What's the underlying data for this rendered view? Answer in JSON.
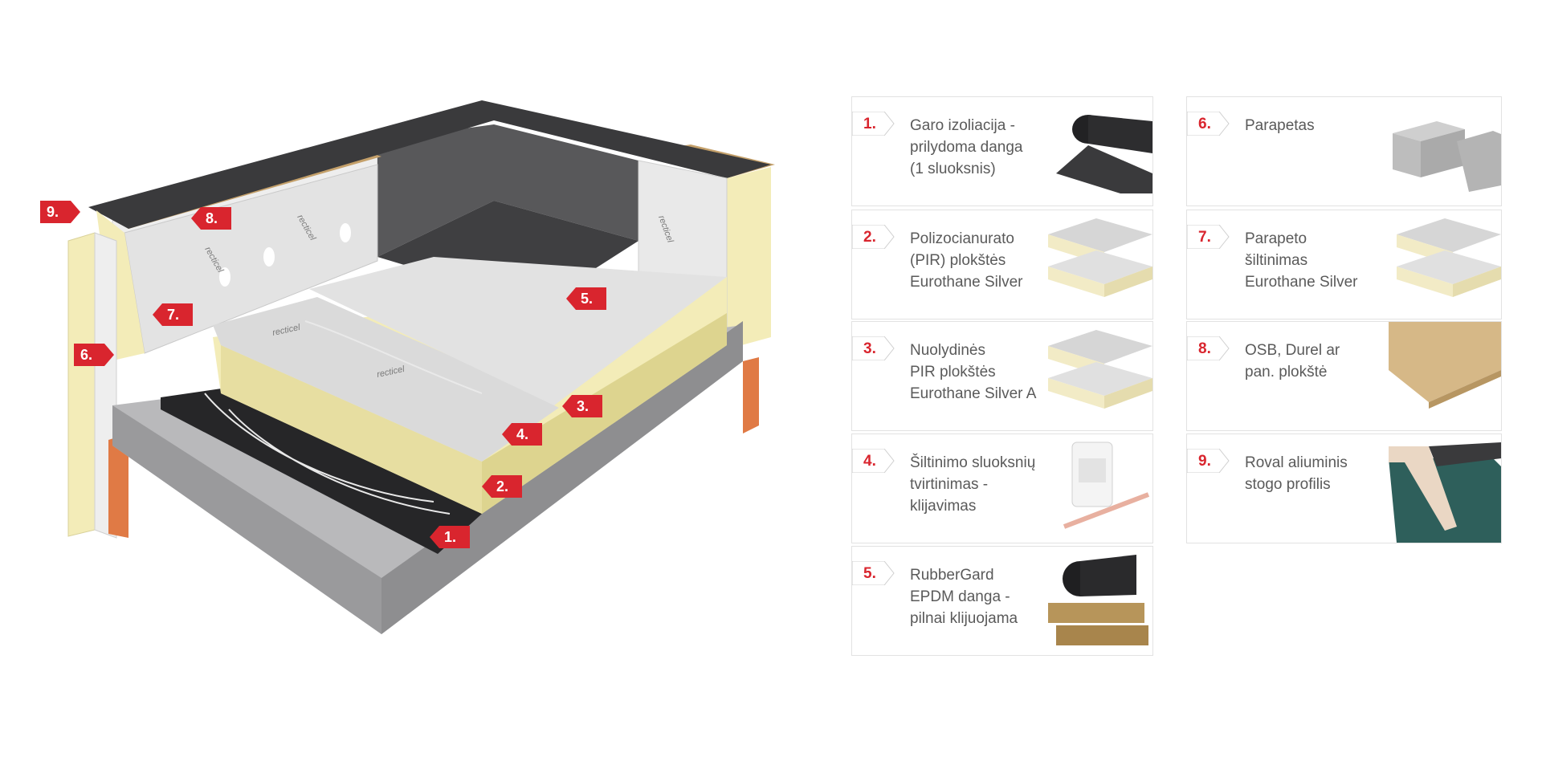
{
  "diagram": {
    "markers": [
      {
        "num": "1."
      },
      {
        "num": "2."
      },
      {
        "num": "3."
      },
      {
        "num": "4."
      },
      {
        "num": "5."
      },
      {
        "num": "6."
      },
      {
        "num": "7."
      },
      {
        "num": "8."
      },
      {
        "num": "9."
      }
    ],
    "brand_marks": [
      "recticel",
      "recticel",
      "recticel",
      "recticel",
      "recticel"
    ]
  },
  "legend": {
    "left": [
      {
        "num": "1.",
        "text": "Garo izoliacija -\nprilydoma danga\n(1 sluoksnis)",
        "image": "rolled-membrane"
      },
      {
        "num": "2.",
        "text": "Polizocianurato\n(PIR) plokštės\nEurothane Silver",
        "image": "pir-boards"
      },
      {
        "num": "3.",
        "text": "Nuolydinės\nPIR plokštės\nEurothane Silver A",
        "image": "pir-boards"
      },
      {
        "num": "4.",
        "text": "Šiltinimo sluoksnių\ntvirtinimas -\nklijavimas",
        "image": "glue-bottle"
      },
      {
        "num": "5.",
        "text": "RubberGard\nEPDM danga -\npilnai klijuojama",
        "image": "epdm-rolls"
      }
    ],
    "right": [
      {
        "num": "6.",
        "text": "Parapetas",
        "image": "concrete-blocks"
      },
      {
        "num": "7.",
        "text": "Parapeto\nšiltinimas\nEurothane Silver",
        "image": "pir-boards"
      },
      {
        "num": "8.",
        "text": "OSB, Durel ar\npan. plokštė",
        "image": "osb-board"
      },
      {
        "num": "9.",
        "text": "Roval aliuminis\nstogo profilis",
        "image": "alu-profile"
      }
    ]
  },
  "colors": {
    "accent": "#d9252e",
    "dark_membrane": "#4a4a4c",
    "insulation_yellow": "#f3ecb8",
    "foil_silver": "#d9d9d9",
    "concrete": "#a9a9ab",
    "osb": "#c4a06a",
    "brick": "#e07a45",
    "text": "#5a5a5a"
  }
}
